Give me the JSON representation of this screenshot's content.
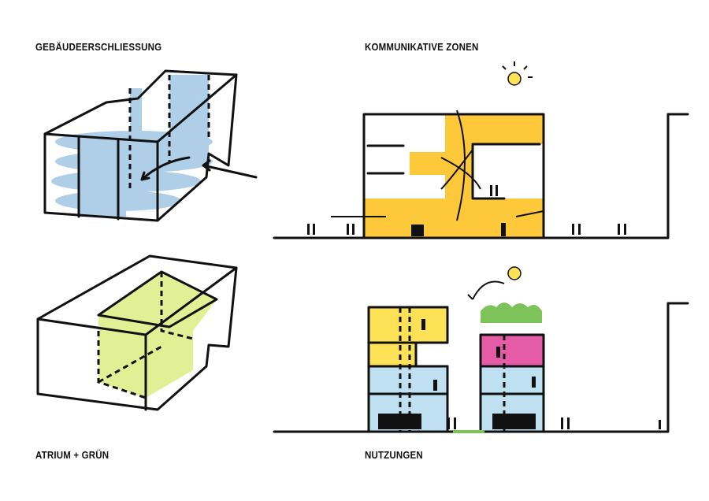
{
  "labels": {
    "top_left": "GEBÄUDEERSCHLIESSUNG",
    "top_right": "KOMMUNIKATIVE ZONEN",
    "bottom_left": "ATRIUM + GRÜN",
    "bottom_right": "NUTZUNGEN"
  },
  "colors": {
    "circulation": "#6fa8d6",
    "communication": "#fdc93a",
    "atrium": "#d9ec7a",
    "use_yellow": "#fde257",
    "use_blue": "#bfe0f0",
    "use_pink": "#e35ca5",
    "green_roof": "#7ec25a",
    "sun": "#fde257"
  }
}
